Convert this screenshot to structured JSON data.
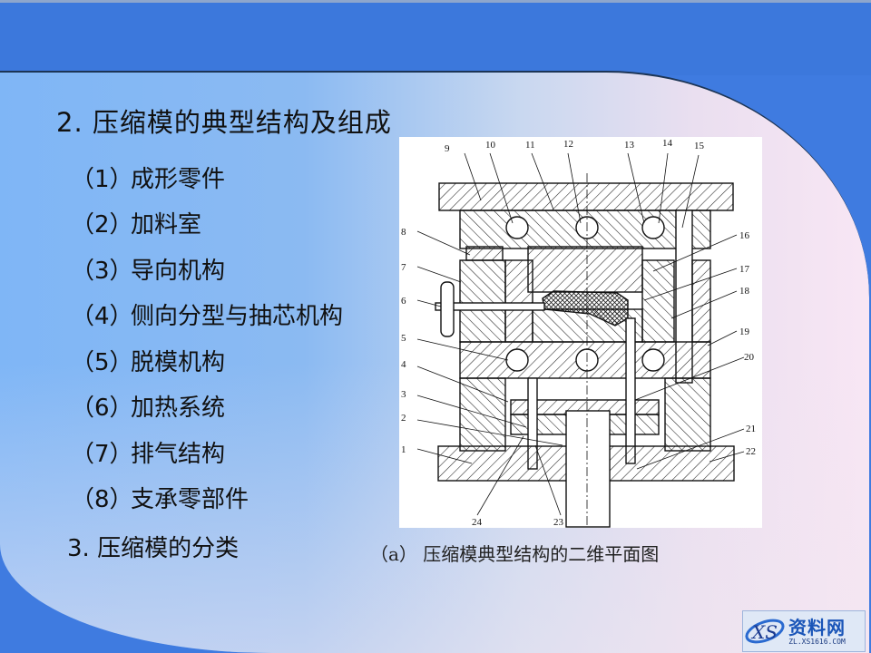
{
  "slide": {
    "heading": "2. 压缩模的典型结构及组成",
    "items": [
      {
        "num": "（1）",
        "text": "成形零件"
      },
      {
        "num": "（2）",
        "text": "加料室"
      },
      {
        "num": "（3）",
        "text": "导向机构"
      },
      {
        "num": "（4）",
        "text": "侧向分型与抽芯机构"
      },
      {
        "num": "（5）",
        "text": "脱模机构"
      },
      {
        "num": "（6）",
        "text": "加热系统"
      },
      {
        "num": "（7）",
        "text": "排气结构"
      },
      {
        "num": "（8）",
        "text": "支承零部件"
      }
    ],
    "heading3": "3. 压缩模的分类",
    "figure": {
      "caption": "（a）  压缩模典型结构的二维平面图",
      "labels": [
        "1",
        "2",
        "3",
        "4",
        "5",
        "6",
        "7",
        "8",
        "9",
        "10",
        "11",
        "12",
        "13",
        "14",
        "15",
        "16",
        "17",
        "18",
        "19",
        "20",
        "21",
        "22",
        "23",
        "24"
      ]
    }
  },
  "watermark": {
    "mark": "XS",
    "name": "资料网",
    "url": "ZL.XS1616.COM"
  },
  "colors": {
    "band": "#3f7be0",
    "content_left": "#7fb6f6",
    "content_right": "#f8e6f4"
  }
}
